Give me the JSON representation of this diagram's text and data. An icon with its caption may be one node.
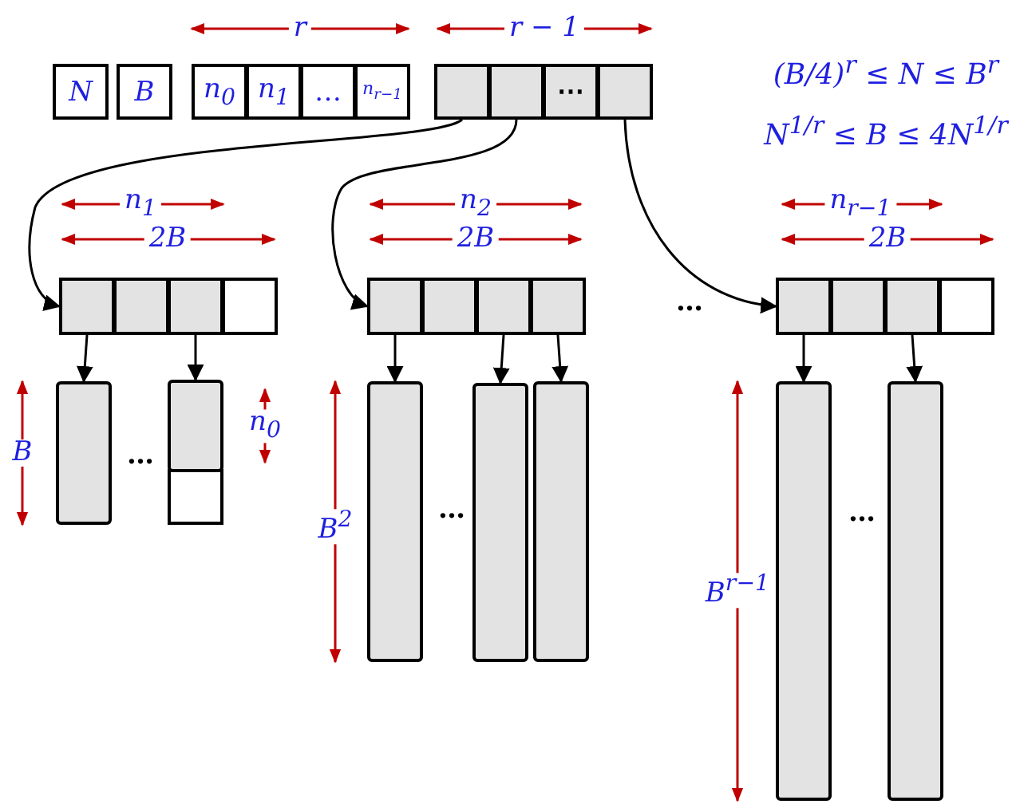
{
  "diagram": {
    "nodes": [
      {
        "text": [
          "N"
        ]
      },
      {
        "text": [
          "B"
        ]
      },
      {
        "text": [
          "n$_{0}$"
        ]
      },
      {
        "text": [
          "n$_{1}$"
        ]
      },
      {
        "text": [
          "…"
        ]
      },
      {
        "text": [
          "n$_{r−1}$"
        ]
      },
      {
        "text": [],
        "shape": "box"
      },
      {
        "text": [],
        "shape": "box"
      },
      {
        "text": [
          "⋯"
        ]
      },
      {
        "text": [],
        "shape": "box"
      },
      {
        "text": [],
        "shape": "box"
      },
      {
        "text": [],
        "shape": "box"
      },
      {
        "text": [],
        "shape": "box"
      },
      {
        "text": [],
        "shape": "box"
      },
      {
        "text": [],
        "shape": "bar"
      },
      {
        "text": [],
        "shape": "bar"
      },
      {
        "text": [],
        "shape": "box"
      },
      {
        "text": [],
        "shape": "box"
      },
      {
        "text": [],
        "shape": "box"
      },
      {
        "text": [],
        "shape": "box"
      },
      {
        "text": [],
        "shape": "box"
      },
      {
        "text": [],
        "shape": "bar"
      },
      {
        "text": [],
        "shape": "bar"
      },
      {
        "text": [],
        "shape": "bar"
      },
      {
        "text": [],
        "shape": "box"
      },
      {
        "text": [],
        "shape": "box"
      },
      {
        "text": [],
        "shape": "box"
      },
      {
        "text": [],
        "shape": "box"
      },
      {
        "text": [],
        "shape": "bar"
      },
      {
        "text": [],
        "shape": "bar"
      }
    ],
    "edges": [
      {
        "from": 6,
        "to": 10,
        "arrow": "to"
      },
      {
        "from": 7,
        "to": 17,
        "arrow": "to"
      },
      {
        "from": 9,
        "to": 24,
        "arrow": "to"
      },
      {
        "from": 10,
        "to": 14,
        "arrow": "to"
      },
      {
        "from": 12,
        "to": 15,
        "arrow": "to"
      },
      {
        "from": 17,
        "to": 21,
        "arrow": "to"
      },
      {
        "from": 19,
        "to": 22,
        "arrow": "to"
      },
      {
        "from": 20,
        "to": 23,
        "arrow": "to"
      },
      {
        "from": 24,
        "to": 28,
        "arrow": "to"
      },
      {
        "from": 26,
        "to": 29,
        "arrow": "to"
      }
    ],
    "labels": [
      "r",
      "r − 1",
      "(B/4)$^{r}$ ≤ N ≤ B$^{r}$",
      "N$^{1/r}$ ≤ B ≤ 4N$^{1/r}$",
      "n$_{1}$",
      "2B",
      "n$_{2}$",
      "2B",
      "…",
      "n$_{r−1}$",
      "2B",
      "B",
      "…",
      "n$_{0}$",
      "B$^{2}$",
      "…",
      "B$^{r−1}$",
      "…"
    ]
  }
}
